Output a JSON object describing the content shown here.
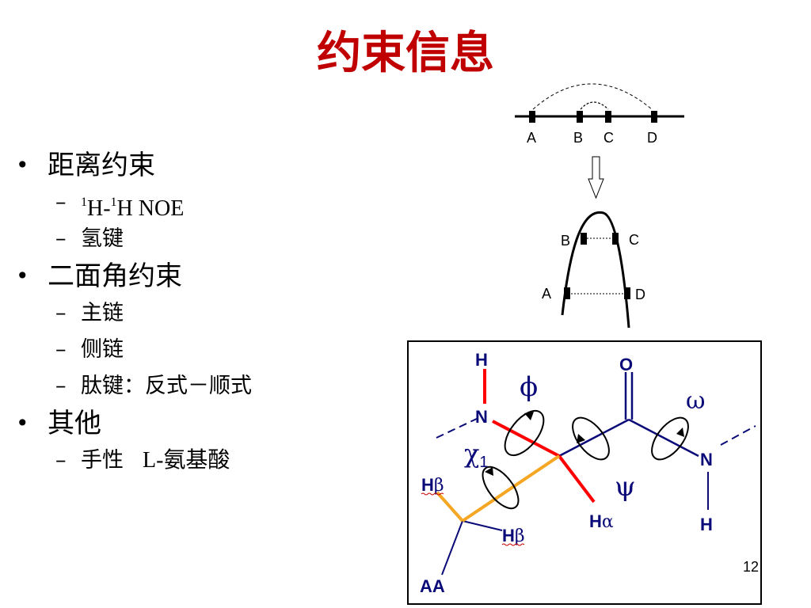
{
  "title": "约束信息",
  "bullets": [
    {
      "text": "距离约束",
      "subs": [
        {
          "type": "noe",
          "sup1": "1",
          "mid": "H-",
          "sup2": "1",
          "tail": "H NOE"
        },
        {
          "type": "text",
          "text": "氢键"
        }
      ]
    },
    {
      "text": "二面角约束",
      "subs": [
        {
          "type": "text",
          "text": "主链"
        },
        {
          "type": "text",
          "text": "侧链"
        },
        {
          "type": "text",
          "text": "肽键：反式－顺式"
        }
      ]
    },
    {
      "text": "其他",
      "subs": [
        {
          "type": "pair",
          "a": "手性",
          "b": "L-氨基酸"
        }
      ]
    }
  ],
  "noe_diagram": {
    "top_labels": [
      "A",
      "B",
      "C",
      "D"
    ],
    "bottom_labels": {
      "a": "A",
      "b": "B",
      "c": "C",
      "d": "D"
    }
  },
  "dihedral_diagram": {
    "atoms": {
      "h_top": "H",
      "n_left": "N",
      "o": "O",
      "n_right": "N",
      "h_bottom": "H",
      "h_alpha_h": "H",
      "h_alpha_greek": "α",
      "h_beta1_h": "H",
      "h_beta1_greek": "β",
      "h_beta2_h": "H",
      "h_beta2_greek": "β",
      "aa": "AA"
    },
    "angles": {
      "phi": "ϕ",
      "psi": "ψ",
      "omega": "ω",
      "chi": "χ",
      "chi_sub": "1"
    },
    "colors": {
      "backbone_nh": "#ff0000",
      "side_chain": "#f5a623",
      "bond": "#0a0a78",
      "label": "#0a0a78"
    }
  },
  "page_number": "12"
}
